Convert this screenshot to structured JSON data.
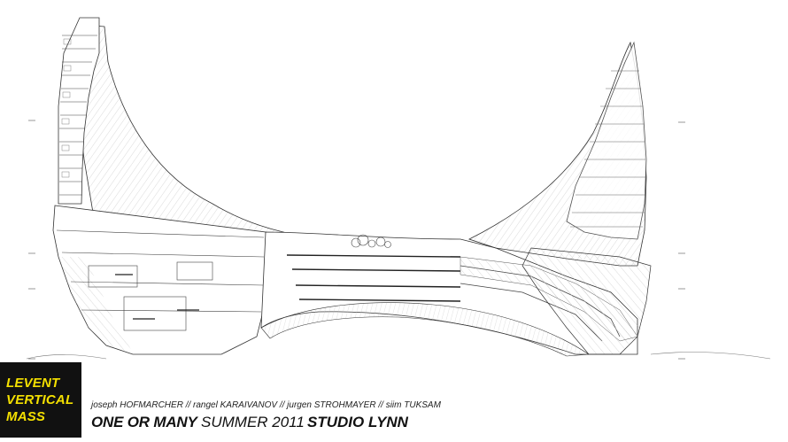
{
  "badge": {
    "line1": "LEVENT",
    "line2": "VERTICAL",
    "line3": "MASS",
    "background": "#111111",
    "text_color": "#f4e000"
  },
  "credits": "joseph HOFMARCHER // rangel KARAIVANOV // jurgen STROHMAYER // siim TUKSAM",
  "project_title": "ONE OR MANY",
  "season": "SUMMER 2011",
  "studio": "STUDIO LYNN",
  "drawing": {
    "line_color": "#333333",
    "hatch_color": "#9a9a9a"
  }
}
